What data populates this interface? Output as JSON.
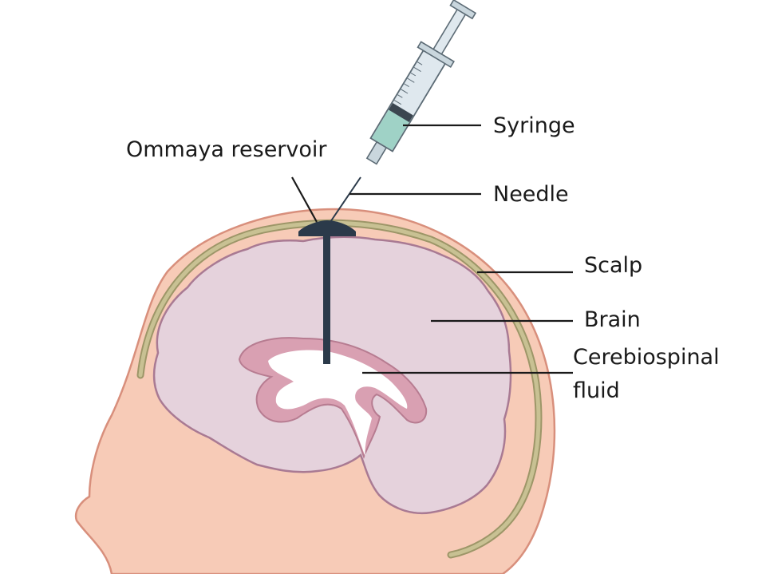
{
  "labels": {
    "ommaya": "Ommaya reservoir",
    "syringe": "Syringe",
    "needle": "Needle",
    "scalp": "Scalp",
    "brain": "Brain",
    "csf_line1": "Cerebiospinal",
    "csf_line2": "fluid"
  },
  "colors": {
    "skin": "#f7cbb7",
    "skin_outline": "#d88f7c",
    "skull_band": "#c8c193",
    "brain": "#e5d2dc",
    "brain_outline": "#a97a93",
    "ventricle_tissue": "#d9a0b2",
    "reservoir": "#2b3a4a"
  }
}
